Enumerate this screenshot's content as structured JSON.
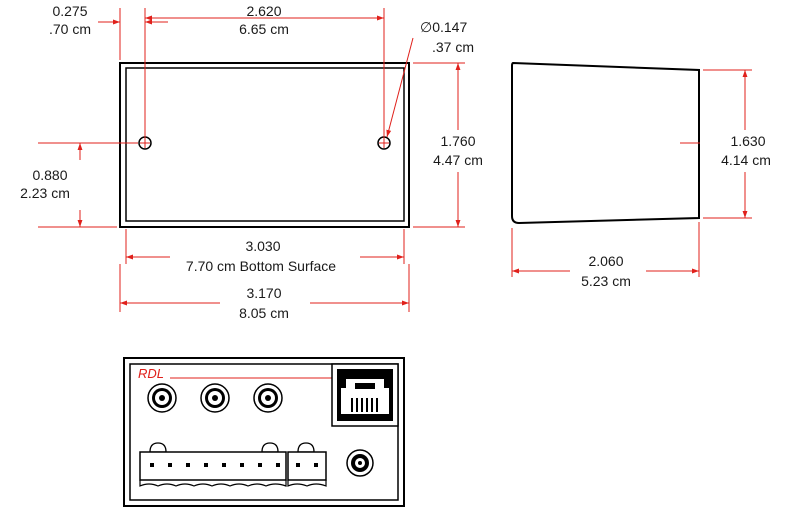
{
  "colors": {
    "dimension_line": "#e0201b",
    "outline": "#000000",
    "text": "#1a1a1a"
  },
  "top_view": {
    "hole_offset": {
      "in": "0.275",
      "cm": ".70 cm"
    },
    "hole_spacing": {
      "in": "2.620",
      "cm": "6.65 cm"
    },
    "hole_diameter": {
      "in": "∅0.147",
      "cm": ".37 cm"
    },
    "hole_height": {
      "in": "0.880",
      "cm": "2.23 cm"
    },
    "depth": {
      "in": "1.760",
      "cm": "4.47 cm"
    },
    "bottom_width": {
      "in": "3.030",
      "cm": "7.70 cm Bottom Surface"
    },
    "overall_width": {
      "in": "3.170",
      "cm": "8.05 cm"
    }
  },
  "side_view": {
    "height": {
      "in": "1.630",
      "cm": "4.14 cm"
    },
    "base_length": {
      "in": "2.060",
      "cm": "5.23 cm"
    }
  },
  "rear_panel": {
    "brand": "RDL",
    "jack_icon": "rca-jack-icon",
    "rj45_icon": "rj45-port-icon",
    "terminal_icon": "terminal-block-icon",
    "power_icon": "power-jack-icon"
  }
}
